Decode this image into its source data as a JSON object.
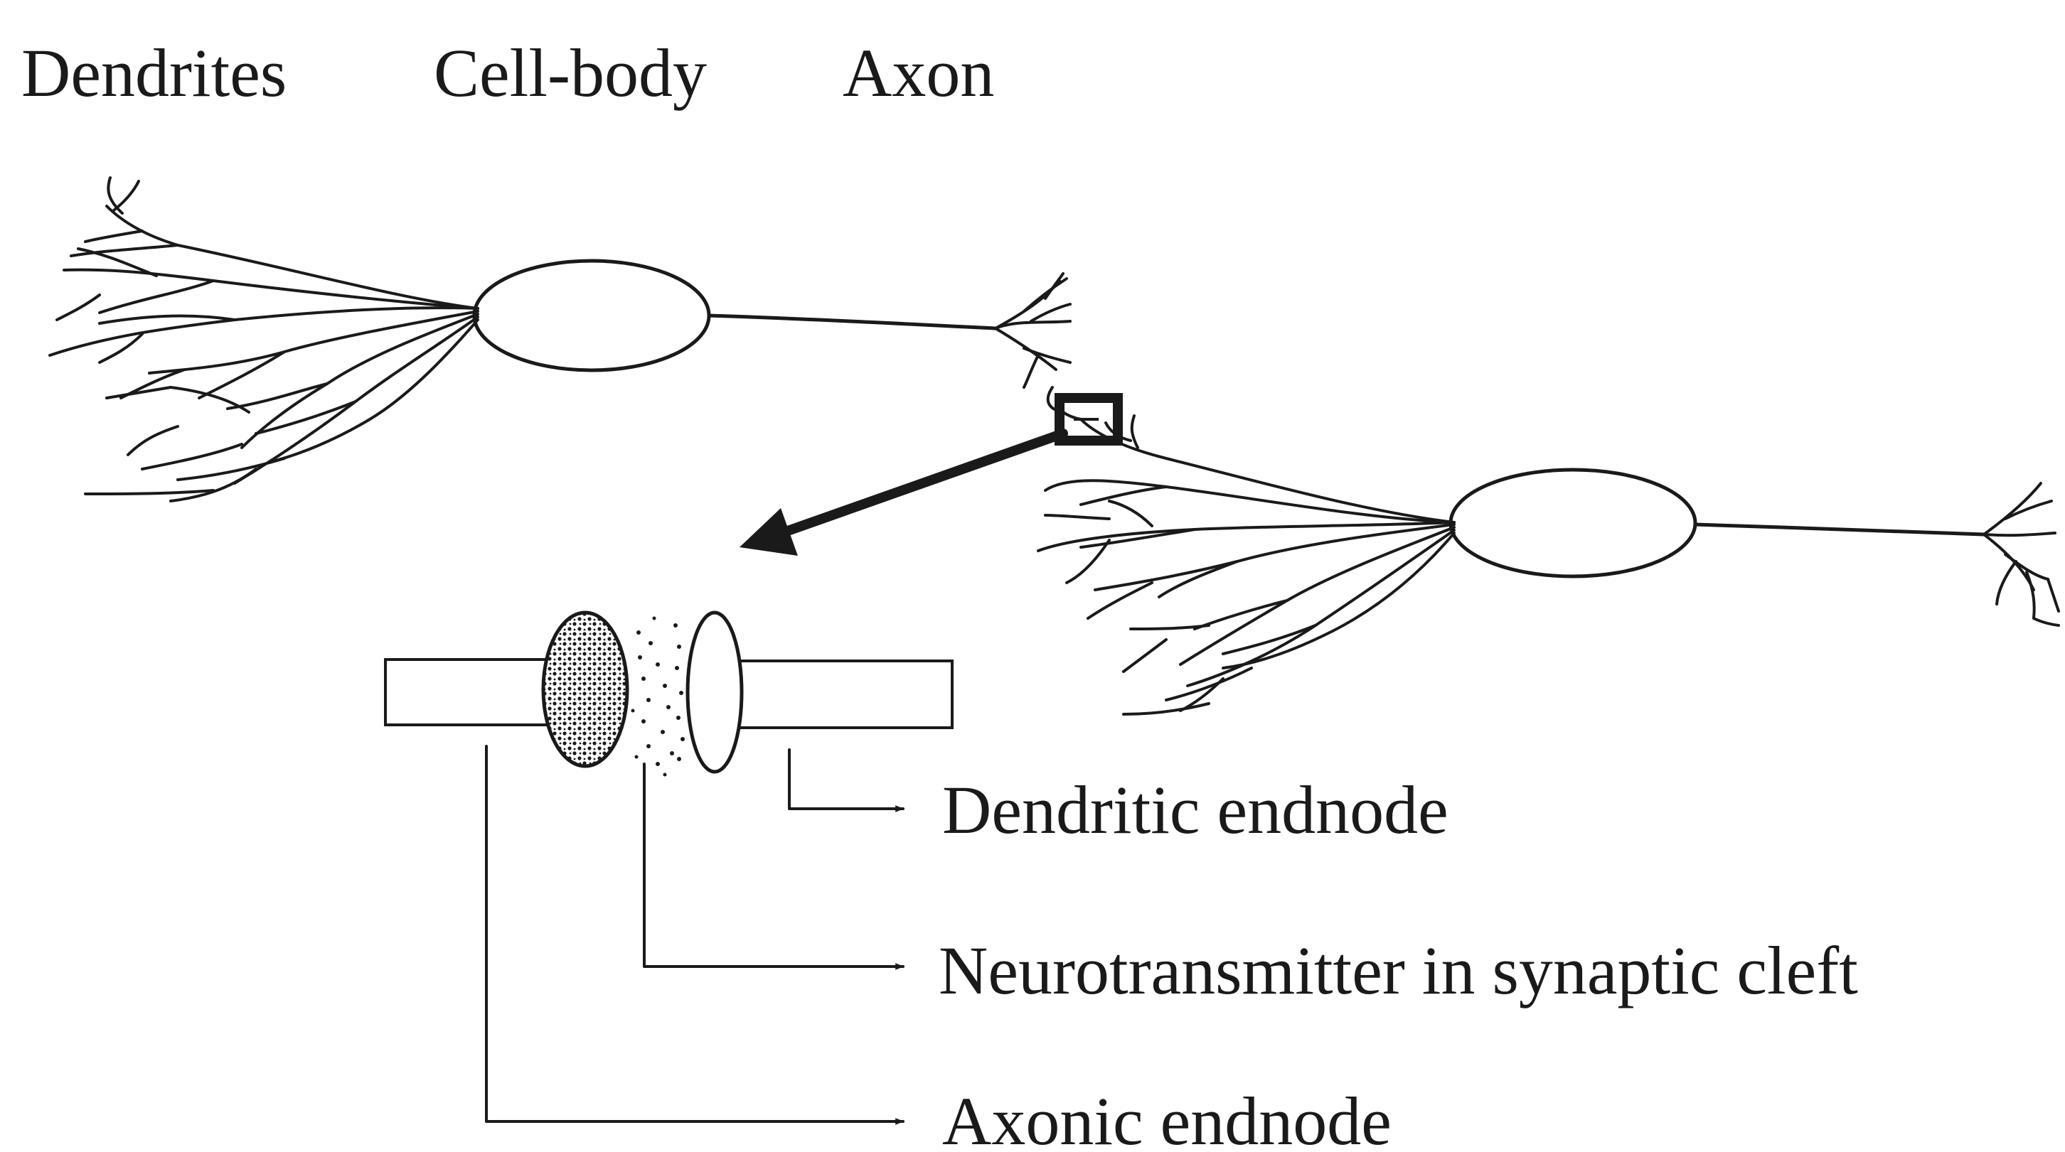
{
  "labels": {
    "dendrites": "Dendrites",
    "cell_body": "Cell-body",
    "axon": "Axon"
  },
  "synapse_callouts": {
    "dendritic_endnode": "Dendritic endnode",
    "neurotransmitter": "Neurotransmitter in synaptic cleft",
    "axonic_endnode": "Axonic endnode"
  },
  "colors": {
    "ink": "#1a1a1a",
    "background": "#ffffff"
  }
}
